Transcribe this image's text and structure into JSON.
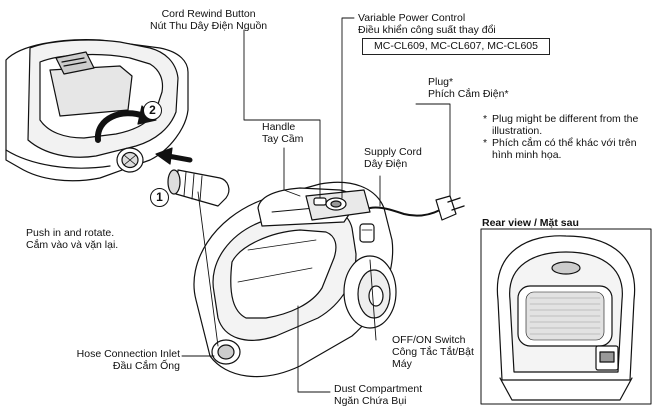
{
  "labels": {
    "cord_rewind": [
      "Cord Rewind Button",
      "Nút Thu Dây Điện Nguồn"
    ],
    "variable_power": [
      "Variable Power Control",
      "Điều khiển công suất thay đổi"
    ],
    "models": "MC-CL609, MC-CL607, MC-CL605",
    "plug": [
      "Plug*",
      "Phích Cắm Điện*"
    ],
    "handle": [
      "Handle",
      "Tay Cầm"
    ],
    "supply_cord": [
      "Supply Cord",
      "Dây Điện"
    ],
    "push_rotate": [
      "Push in and rotate.",
      "Cắm vào và vặn lại."
    ],
    "hose_inlet": [
      "Hose Connection Inlet",
      "Đầu Cắm Ống"
    ],
    "onoff_switch": [
      "OFF/ON Switch",
      "Công Tắc Tắt/Bật",
      "Máy"
    ],
    "dust_compartment": [
      "Dust Compartment",
      "Ngăn Chứa Bụi"
    ],
    "rear_view": "Rear view / Mặt sau"
  },
  "notes": [
    "Plug might be different from the illustration.",
    "Phích cắm có thể khác với trên hình minh họa."
  ],
  "note_bullet": "*",
  "steps": [
    "1",
    "2"
  ]
}
